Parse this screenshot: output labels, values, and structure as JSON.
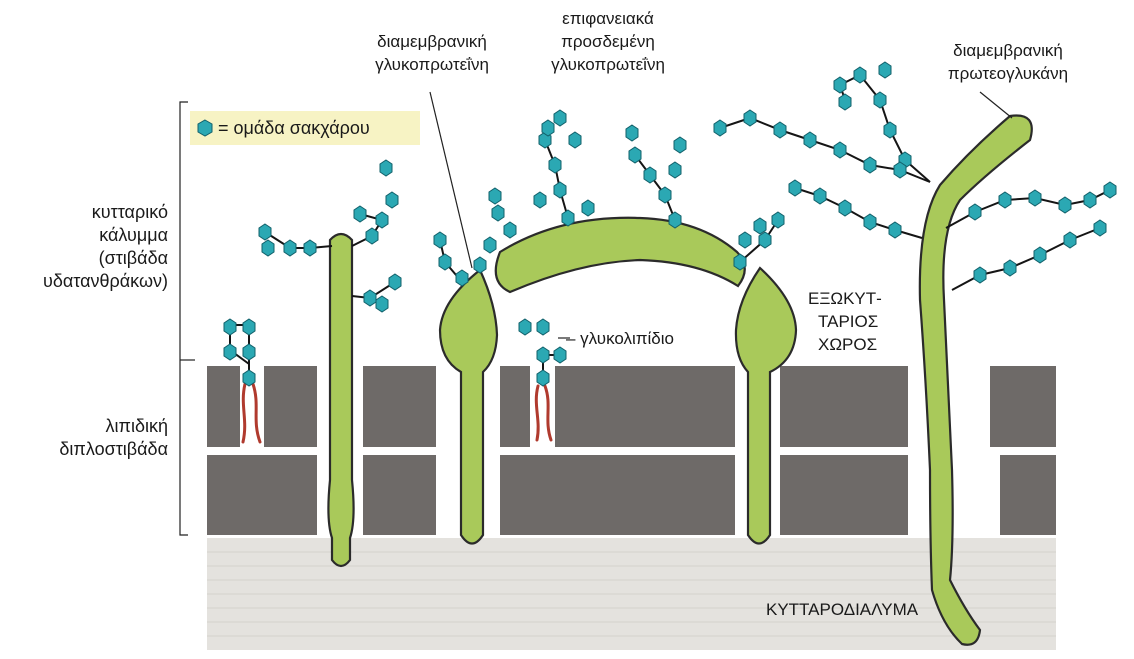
{
  "legend": {
    "text": "= ομάδα σακχάρου",
    "icon": "sugar-hexagon-icon",
    "box_color": "#f7f3c4"
  },
  "labels": {
    "cell_coat": [
      "κυτταρικό",
      "κάλυμμα",
      "(στιβάδα",
      "υδατανθράκων)"
    ],
    "lipid_bilayer": [
      "λιπιδική",
      "διπλοστιβάδα"
    ],
    "transmembrane_glycoprotein": [
      "διαμεμβρανική",
      "γλυκοπρωτεΐνη"
    ],
    "surface_glycoprotein": [
      "επιφανειακά",
      "προσδεμένη",
      "γλυκοπρωτεΐνη"
    ],
    "transmembrane_proteoglycan": [
      "διαμεμβρανική",
      "πρωτεογλυκάνη"
    ],
    "glycolipid": "– γλυκολιπίδιο",
    "extracellular_space": [
      "ΕΞΩΚΥΤ-",
      "ΤΑΡΙΟΣ",
      "ΧΩΡΟΣ"
    ],
    "cytosol": "ΚΥΤΤΑΡΟΔΙΑΛΥΜΑ"
  },
  "colors": {
    "protein": "#a9c95a",
    "sugar": "#2ba8b3",
    "membrane": "#6e6a68",
    "cytosol": "#e4e2de",
    "lipid_tail": "#b03a2e"
  }
}
